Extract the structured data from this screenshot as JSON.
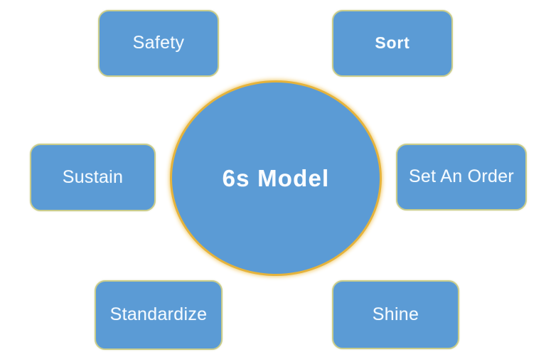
{
  "diagram": {
    "title": "6s Model",
    "center": {
      "label": "6s Model"
    },
    "boxes": [
      {
        "id": "safety",
        "label": "Safety"
      },
      {
        "id": "sort",
        "label": "Sort"
      },
      {
        "id": "sustain",
        "label": "Sustain"
      },
      {
        "id": "set-an-order",
        "label": "Set An Order"
      },
      {
        "id": "standardize",
        "label": "Standardize"
      },
      {
        "id": "shine",
        "label": "Shine"
      }
    ],
    "colors": {
      "shape_fill": "#5B9BD5",
      "box_border": "#C9CC8B",
      "circle_border": "#E5B33C",
      "text": "#FFFFFF",
      "background": "#FFFFFF"
    }
  }
}
